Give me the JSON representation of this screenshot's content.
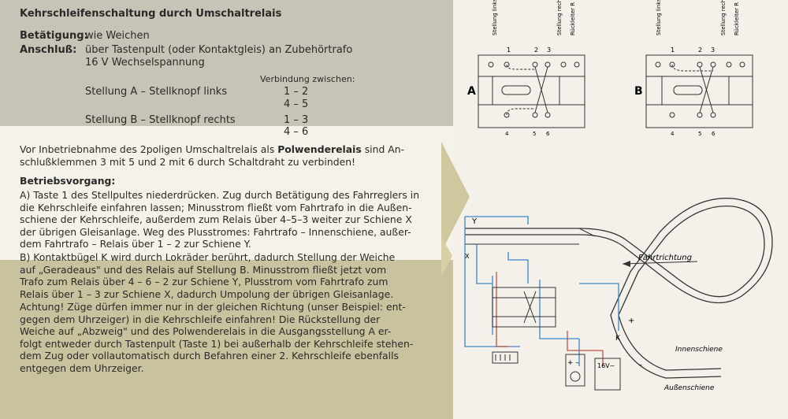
{
  "title": "Kehrschleifenschaltung durch Umschaltrelais",
  "betaetigung": {
    "label": "Betätigung:",
    "value": "wie Weichen"
  },
  "anschluss": {
    "label": "Anschluß:",
    "line1": "über Tastenpult (oder Kontaktgleis) an Zubehörtrafo",
    "line2": "16 V Wechselspannung"
  },
  "verbindung_header": "Verbindung zwischen:",
  "stellung_a": {
    "label": "Stellung A – Stellknopf links",
    "conn1": "1 – 2",
    "conn2": "4 – 5"
  },
  "stellung_b": {
    "label": "Stellung B – Stellknopf rechts",
    "conn1": "1 – 3",
    "conn2": "4 – 6"
  },
  "vor_inbetrieb": [
    "Vor Inbetriebnahme des 2poligen Umschaltrelais als Polwenderelais sind An-",
    "schlußklemmen 3 mit 5 und 2 mit 6 durch Schaltdraht zu verbinden!"
  ],
  "vor_bold": "Polwenderelais",
  "betriebsvorgang": "Betriebsvorgang:",
  "para_a": [
    "A) Taste 1 des Stellpultes niederdrücken. Zug durch Betätigung des Fahrreglers in",
    "die Kehrschleife einfahren lassen; Minusstrom fließt vom Fahrtrafo in die Außen-",
    "schiene der Kehrschleife, außerdem zum Relais über 4–5–3 weiter zur Schiene X",
    "der übrigen Gleisanlage. Weg des Plusstromes: Fahrtrafo – Innenschiene, außer-",
    "dem Fahrtrafo – Relais über 1 – 2 zur Schiene Y."
  ],
  "para_b": [
    "B) Kontaktbügel K wird durch Lokräder berührt, dadurch Stellung der Weiche",
    "auf „Geradeaus\" und des Relais auf Stellung B. Minusstrom fließt jetzt vom",
    "Trafo zum Relais über 4 – 6 – 2 zur Schiene Y, Plusstrom vom Fahrtrafo zum",
    "Relais über 1 – 3 zur Schiene X, dadurch Umpolung der übrigen Gleisanlage."
  ],
  "achtung": [
    "Achtung! Züge dürfen immer nur in der gleichen Richtung (unser Beispiel: ent-",
    "gegen dem Uhrzeiger) in die Kehrschleife einfahren! Die Rückstellung der",
    "Weiche auf „Abzweig\" und des Polwenderelais in die Ausgangsstellung A er-",
    "folgt entweder durch Tastenpult (Taste 1) bei außerhalb der Kehrschleife stehen-",
    "dem Zug oder vollautomatisch durch Befahren einer 2. Kehrschleife ebenfalls",
    "entgegen dem Uhrzeiger."
  ],
  "relay_a": {
    "letter": "A",
    "top_labels": [
      "Stellung links",
      "Stellung rechts",
      "Rückleiter R"
    ],
    "top_numbers": [
      "1",
      "2",
      "3"
    ],
    "bottom_numbers": [
      "4",
      "5",
      "6"
    ]
  },
  "relay_b": {
    "letter": "B",
    "top_labels": [
      "Stellung links",
      "Stellung rechts",
      "Rückleiter R"
    ],
    "top_numbers": [
      "1",
      "2",
      "3"
    ],
    "bottom_numbers": [
      "4",
      "5",
      "6"
    ]
  },
  "track": {
    "fahrtrichtung": "Fahrtrichtung",
    "innenschiene": "Innenschiene",
    "aussenschiene": "Außenschiene",
    "label_y": "Y",
    "label_x": "X",
    "label_k": "K",
    "trafo_label": "16V~",
    "plus_minus": "+ –",
    "plus": "+",
    "minus": "–"
  },
  "colors": {
    "wire_blue": "#3a86c9",
    "wire_red": "#c0504d",
    "band_gray": "#c7c3b6",
    "band_olive": "#c9c29e"
  }
}
